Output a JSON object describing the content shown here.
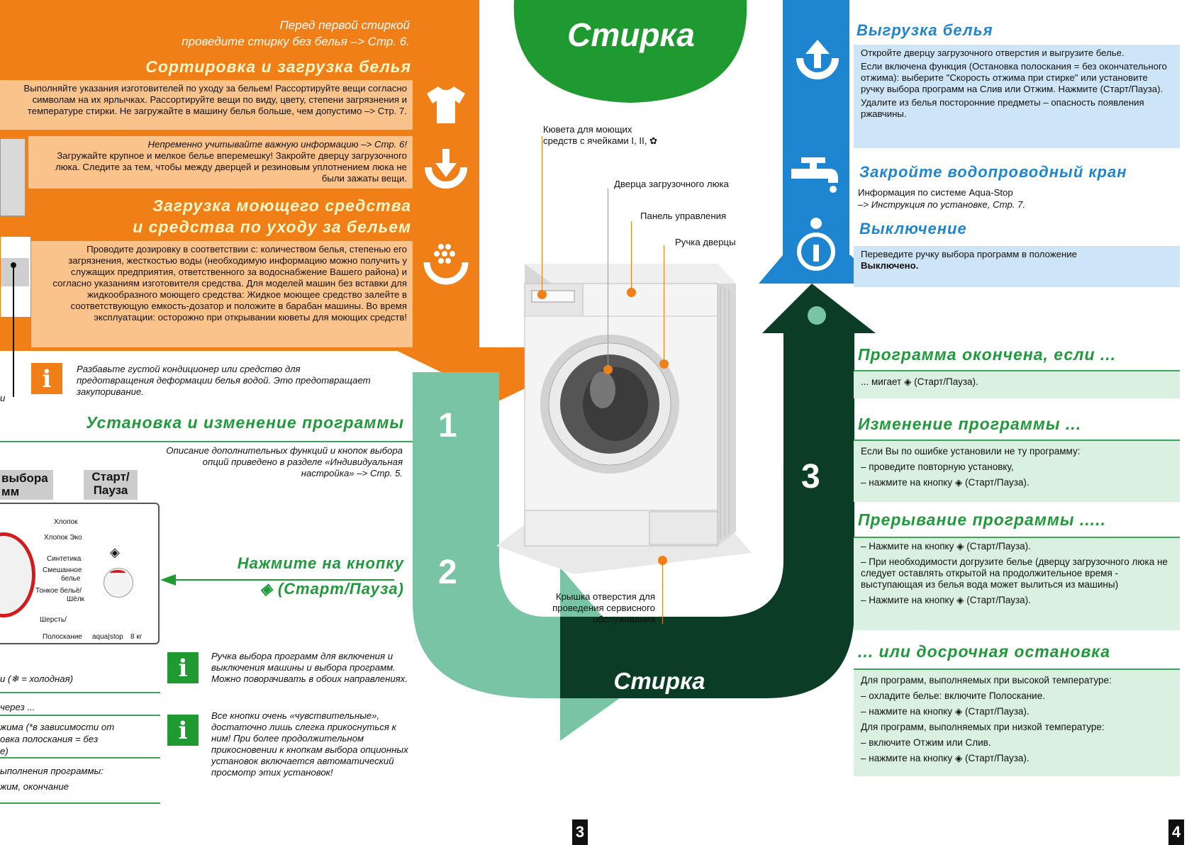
{
  "left": {
    "first_wash_line1": "Перед первой стиркой",
    "first_wash_line2": "проведите стирку без белья –> Стр. 6.",
    "sort_title": "Сортировка и загрузка белья",
    "sort_text": "Выполняйте указания изготовителей по уходу за бельем! Рассортируйте вещи согласно символам на их ярлычках. Рассортируйте вещи по виду, цвету, степени загрязнения и температуре стирки. Не загружайте в машину белья больше, чем допустимо –> Стр. 7.",
    "important_note": "Непременно учитывайте важную информацию –> Стр. 6!",
    "load_text": "Загружайте крупное и мелкое белье вперемешку! Закройте дверцу загрузочного люка. Следите за тем, чтобы между дверцей и резиновым уплотнением люка не были зажаты вещи.",
    "detergent_title_1": "Загрузка моющего средства",
    "detergent_title_2": "и средства по уходу за бельем",
    "detergent_text": "Проводите дозировку в соответствии с: количеством белья, степенью его загрязнения, жесткостью воды (необходимую информацию можно получить у служащих предприятия, ответственного за водоснабжение Вашего района) и согласно указаниям изготовителя средства. Для моделей машин без вставки для жидкообразного моющего средства: Жидкое моющее средство залейте в соответствующую емкость-дозатор и положите в барабан машины. Во время эксплуатации: осторожно при открывании кюветы для моющих средств!",
    "info_1": "Разбавьте густой кондиционер или средство для предотвращения деформации белья водой. Это предотвращает закупоривание.",
    "program_title": "Установка и изменение программы",
    "program_note": "Описание дополнительных функций и кнопок выбора опций приведено в разделе «Индивидуальная настройка» –> Стр. 5.",
    "selector_label": "выбора\nмм",
    "start_label_1": "Старт/",
    "start_label_2": "Пауза",
    "prog_cotton": "Хлопок",
    "prog_cotton_eco": "Хлопок Эко",
    "prog_synthetic": "Синтетика",
    "prog_mixed_1": "Смешанное",
    "prog_mixed_2": "белье",
    "prog_delicate_1": "Тонкое бельё/",
    "prog_delicate_2": "Шёлк",
    "prog_wool": "Шерсть/",
    "prog_rinse": "Полоскание",
    "aquastop": "aqua|stop",
    "capacity": "8 кг",
    "press_button_1": "Нажмите на кнопку",
    "press_button_2": "(Старт/Пауза)",
    "info_2": "Ручка выбора программ для включения и выключения машины и выбора программ. Можно поворачивать в обоих направлениях.",
    "info_3": "Все кнопки очень «чувствительные», достаточно лишь слегка прикоснуться к ним! При более продолжительном прикосновении к кнопкам выбора опционных установок включается автоматический просмотр этих установок!",
    "frag_cold": "и (❄ = холодная)",
    "frag_through": "через ...",
    "frag_mode": "жима (*в зависимости от",
    "frag_rinse": "овка полоскания = без",
    "frag_e": "е)",
    "frag_exec": "ыполнения программы:",
    "frag_finish": "жим, окончание",
    "frag_i": "и"
  },
  "center": {
    "wash_title": "Стирка",
    "wash_bottom": "Стирка",
    "label_tray_1": "Кювета для моющих",
    "label_tray_2": "средств с ячейками I, II, ✿",
    "label_door": "Дверца загрузочного люка",
    "label_panel": "Панель управления",
    "label_handle": "Ручка дверцы",
    "label_service_1": "Крышка отверстия для",
    "label_service_2": "проведения сервисного",
    "label_service_3": "обслуживания",
    "step1": "1",
    "step2": "2",
    "step3": "3"
  },
  "right": {
    "unload_title": "Выгрузка белья",
    "unload_p1": "Откройте дверцу загрузочного отверстия и выгрузите белье.",
    "unload_p2": "Если включена функция (Остановка полоскания = без окончательного отжима): выберите \"Скорость отжима при стирке\" или установите ручку выбора программ на Слив или Отжим. Нажмите (Старт/Пауза).",
    "unload_p3": "Удалите из белья посторонние предметы – опасность появления ржавчины.",
    "tap_title": "Закройте водопроводный кран",
    "tap_p1": "Информация по системе Aqua-Stop",
    "tap_p2": "–> Инструкция по установке, Стр. 7.",
    "off_title": "Выключение",
    "off_text_1": "Переведите ручку выбора программ в положение",
    "off_text_2": "Выключено.",
    "finished_title": "Программа окончена, если ...",
    "finished_text": "... мигает ◈ (Старт/Пауза).",
    "change_title": "Изменение программы ...",
    "change_l1": "Если Вы по ошибке установили не ту программу:",
    "change_l2": "– проведите повторную установку,",
    "change_l3": "– нажмите на кнопку ◈ (Старт/Пауза).",
    "interrupt_title": "Прерывание программы .....",
    "interrupt_l1": "– Нажмите на кнопку ◈ (Старт/Пауза).",
    "interrupt_l2": "– При необходимости догрузите белье (дверцу загрузочного люка не следует оставлять открытой на продолжительное время - выступающая из белья вода может вылиться из машины)",
    "interrupt_l3": "– Нажмите на кнопку ◈ (Старт/Пауза).",
    "stop_title": "... или досрочная остановка",
    "stop_l1": "Для программ, выполняемых при высокой температуре:",
    "stop_l2": "– охладите белье: включите Полоскание.",
    "stop_l3": "– нажмите на кнопку ◈ (Старт/Пауза).",
    "stop_l4": "Для программ, выполняемых при низкой температуре:",
    "stop_l5": "– включите Отжим или Слив.",
    "stop_l6": "– нажмите на кнопку ◈ (Старт/Пауза)."
  },
  "page_left": "3",
  "page_right": "4",
  "colors": {
    "orange": "#f07f17",
    "teal": "#79c4a5",
    "dark_green": "#0b3d26",
    "green": "#2aa03c",
    "blue": "#1e86d0"
  }
}
